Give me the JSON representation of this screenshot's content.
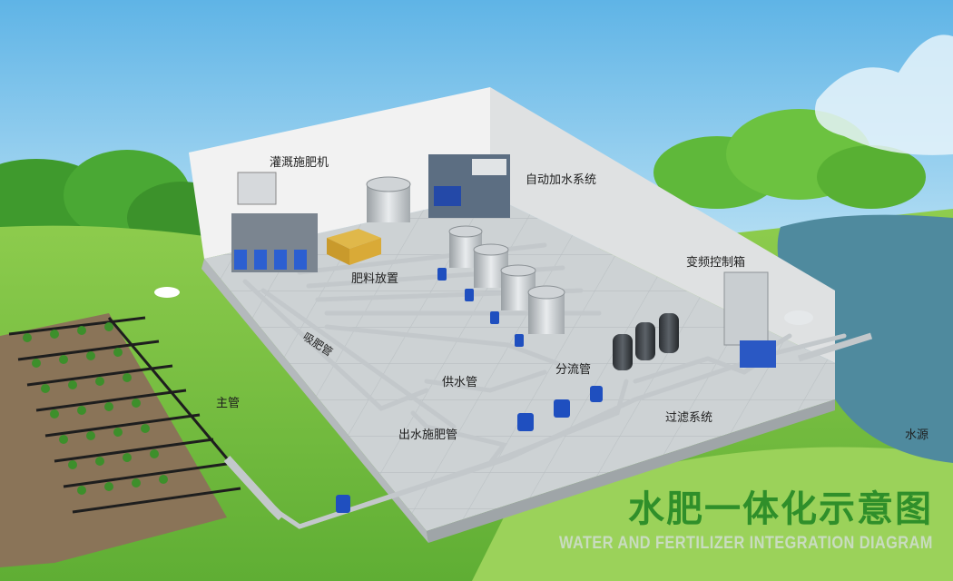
{
  "diagram": {
    "title": "水肥一体化示意图",
    "subtitle": "WATER AND FERTILIZER INTEGRATION DIAGRAM",
    "labels": {
      "irrigation_machine": "灌溉施肥机",
      "auto_water_system": "自动加水系统",
      "fertilizer_storage": "肥料放置",
      "vfd_cabinet": "变频控制箱",
      "fertilizer_suction_pipe": "吸肥管",
      "water_supply_pipe": "供水管",
      "diverter_pipe": "分流管",
      "filter_system": "过滤系统",
      "outlet_fertilizer_pipe": "出水施肥管",
      "main_pipe": "主管",
      "water_source": "水源"
    }
  },
  "colors": {
    "sky_top": "#5fb4e6",
    "sky_bottom": "#bfe3f4",
    "grass": "#7cc242",
    "floor": "#c9ced0",
    "wall": "#f0f0f0",
    "pipe": "#c8ccce",
    "valve": "#1f4fbf",
    "title_green": "#2f8f2a",
    "water": "#4f8a9e"
  }
}
